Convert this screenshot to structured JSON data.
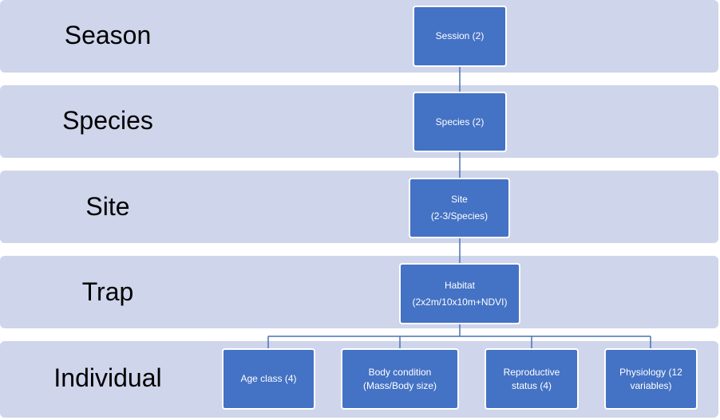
{
  "levels": [
    {
      "label": "Season"
    },
    {
      "label": "Species"
    },
    {
      "label": "Site"
    },
    {
      "label": "Trap"
    },
    {
      "label": "Individual"
    }
  ],
  "nodes": {
    "session": {
      "line1": "Session (2)"
    },
    "species": {
      "line1": "Species (2)"
    },
    "site": {
      "line1": "Site",
      "line2": "(2-3/Species)"
    },
    "habitat": {
      "line1": "Habitat",
      "line2": "(2x2m/10x10m+NDVI)"
    },
    "age_class": {
      "line1": "Age class (4)"
    },
    "body_condition": {
      "line1": "Body condition",
      "line2": "(Mass/Body size)"
    },
    "reproductive_status": {
      "line1": "Reproductive",
      "line2": "status (4)"
    },
    "physiology": {
      "line1": "Physiology (12",
      "line2": "variables)"
    }
  },
  "colors": {
    "band": "#cfd5ea",
    "node": "#4472c4",
    "node_border": "#ffffff",
    "connector": "#4a70b5"
  }
}
